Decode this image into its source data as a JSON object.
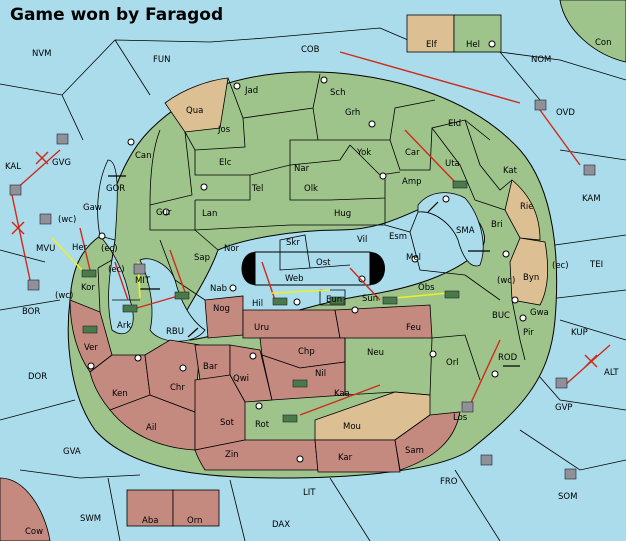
{
  "title": "Game won by Faragod",
  "colors": {
    "sea": "#aadcec",
    "land_green": "#9ec48c",
    "land_red": "#c48a80",
    "land_tan": "#dcc094",
    "border": "#000000",
    "order_red": "#d02a1a",
    "order_yellow": "#f0f020",
    "army": "#4a7a4a",
    "fleet": "#909098"
  },
  "provinces": [
    {
      "name": "NVM"
    },
    {
      "name": "FUN"
    },
    {
      "name": "COB"
    },
    {
      "name": "NOM"
    },
    {
      "name": "Con"
    },
    {
      "name": "Elf"
    },
    {
      "name": "Hel"
    },
    {
      "name": "OVD"
    },
    {
      "name": "KAM"
    },
    {
      "name": "KAL"
    },
    {
      "name": "GVG"
    },
    {
      "name": "GOR"
    },
    {
      "name": "MVU"
    },
    {
      "name": "BOR"
    },
    {
      "name": "TEI"
    },
    {
      "name": "SMA"
    },
    {
      "name": "BUC"
    },
    {
      "name": "KUP"
    },
    {
      "name": "ALT"
    },
    {
      "name": "GVP"
    },
    {
      "name": "ROD"
    },
    {
      "name": "DOR"
    },
    {
      "name": "GVA"
    },
    {
      "name": "FRO"
    },
    {
      "name": "SOM"
    },
    {
      "name": "LIT"
    },
    {
      "name": "SWM"
    },
    {
      "name": "DAX"
    },
    {
      "name": "Cow"
    },
    {
      "name": "Aba"
    },
    {
      "name": "Orn"
    },
    {
      "name": "MIT"
    },
    {
      "name": "RBU"
    },
    {
      "name": "Jad"
    },
    {
      "name": "Sch"
    },
    {
      "name": "Qua"
    },
    {
      "name": "Jos"
    },
    {
      "name": "Grh"
    },
    {
      "name": "Eld"
    },
    {
      "name": "Can"
    },
    {
      "name": "Elc"
    },
    {
      "name": "Nar"
    },
    {
      "name": "Yok"
    },
    {
      "name": "Car"
    },
    {
      "name": "Uta"
    },
    {
      "name": "Kat"
    },
    {
      "name": "Tel"
    },
    {
      "name": "Olk"
    },
    {
      "name": "Amp"
    },
    {
      "name": "Gaw"
    },
    {
      "name": "Gur"
    },
    {
      "name": "Lan"
    },
    {
      "name": "Hug"
    },
    {
      "name": "Rie"
    },
    {
      "name": "Bri"
    },
    {
      "name": "Nor"
    },
    {
      "name": "Vil"
    },
    {
      "name": "Esm"
    },
    {
      "name": "Her"
    },
    {
      "name": "Skr"
    },
    {
      "name": "Sap"
    },
    {
      "name": "Ost"
    },
    {
      "name": "Mel"
    },
    {
      "name": "Kor"
    },
    {
      "name": "Web"
    },
    {
      "name": "Byn"
    },
    {
      "name": "Nab"
    },
    {
      "name": "Obs"
    },
    {
      "name": "Eun"
    },
    {
      "name": "Hil"
    },
    {
      "name": "Sun"
    },
    {
      "name": "Gwa"
    },
    {
      "name": "Ark"
    },
    {
      "name": "Nog"
    },
    {
      "name": "Pir"
    },
    {
      "name": "Uru"
    },
    {
      "name": "Feu"
    },
    {
      "name": "Ver"
    },
    {
      "name": "Chp"
    },
    {
      "name": "Neu"
    },
    {
      "name": "Bar"
    },
    {
      "name": "Qwi"
    },
    {
      "name": "Orl"
    },
    {
      "name": "Nil"
    },
    {
      "name": "Ken"
    },
    {
      "name": "Chr"
    },
    {
      "name": "Kaa"
    },
    {
      "name": "Los"
    },
    {
      "name": "Ail"
    },
    {
      "name": "Sot"
    },
    {
      "name": "Rot"
    },
    {
      "name": "Mou"
    },
    {
      "name": "Zin"
    },
    {
      "name": "Kar"
    },
    {
      "name": "Sam"
    }
  ],
  "coast_tags": [
    "(wc)",
    "(ec)",
    "(ec)",
    "(wc)",
    "(wc)",
    "(ec)"
  ]
}
